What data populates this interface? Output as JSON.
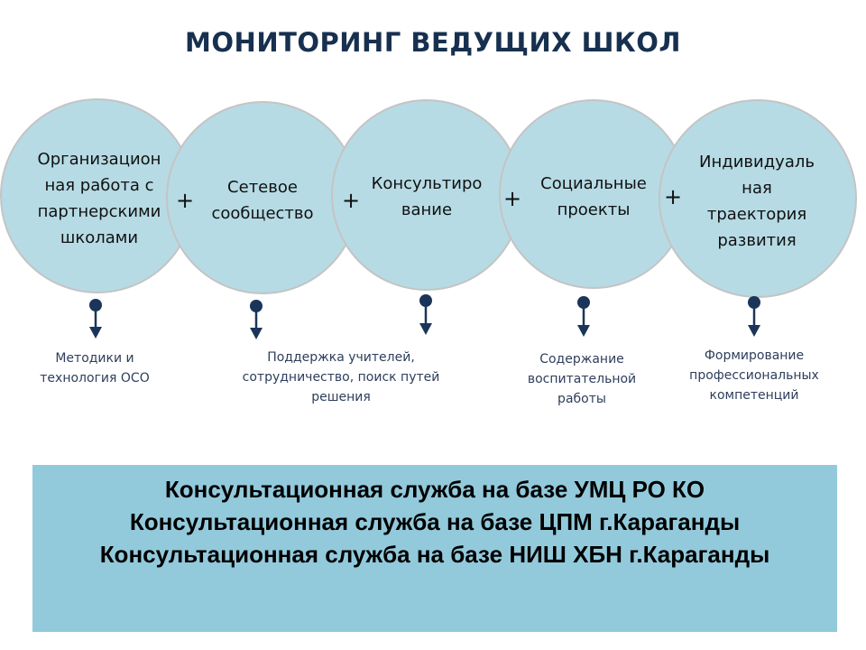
{
  "title": "МОНИТОРИНГ ВЕДУЩИХ ШКОЛ",
  "circles": [
    {
      "label": "Организацион\nная работа с\nпартнерскими\nшколами",
      "note": "Методики и\nтехнология ОСО"
    },
    {
      "label": "Сетевое\nсообщество",
      "note": "Поддержка учителей,\nсотрудничество, поиск путей\nрешения"
    },
    {
      "label": "Консультиро\nвание",
      "note": ""
    },
    {
      "label": "Социальные\nпроекты",
      "note": "Содержание\nвоспитательной\nработы"
    },
    {
      "label": "Индивидуаль\nная\nтраектория\nразвития",
      "note": "Формирование\nпрофессиональных\nкомпетенций"
    }
  ],
  "plus_symbol": "+",
  "services": [
    "Консультационная служба на базе УМЦ РО КО",
    "Консультационная служба на базе ЦПМ г.Караганды",
    "Консультационная служба на базе НИШ ХБН г.Караганды"
  ],
  "colors": {
    "circle_fill": "#b6dbe5",
    "circle_stroke": "#c4c4c4",
    "arrow": "#1b355a",
    "box": "#92cadc",
    "title": "#17304f"
  }
}
